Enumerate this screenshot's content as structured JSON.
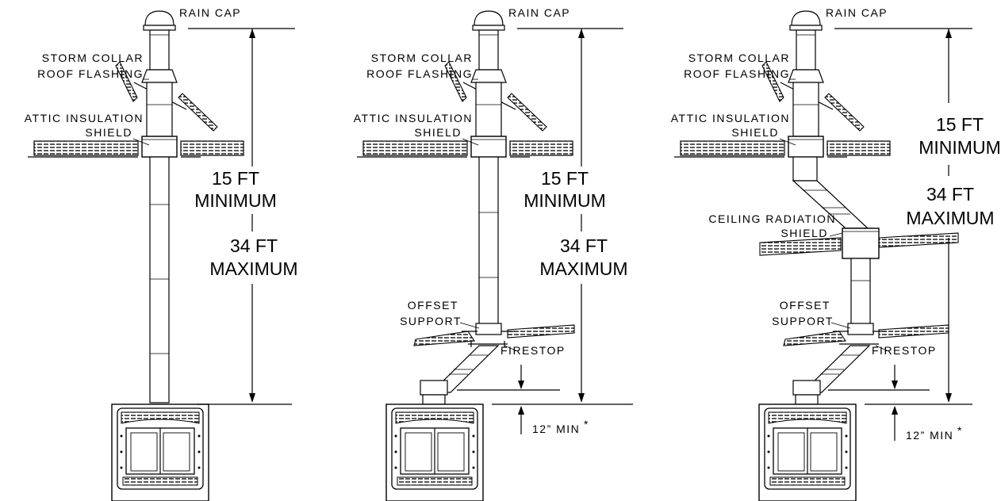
{
  "panels": [
    {
      "id": "straight",
      "labels": {
        "rain_cap": "RAIN CAP",
        "storm_collar": "STORM COLLAR",
        "roof_flashing": "ROOF FLASHING",
        "attic_insulation": "ATTIC INSULATION",
        "shield": "SHIELD"
      },
      "dim_min_line1": "15 FT",
      "dim_min_line2": "MINIMUM",
      "dim_max_line1": "34 FT",
      "dim_max_line2": "MAXIMUM"
    },
    {
      "id": "offset",
      "labels": {
        "rain_cap": "RAIN CAP",
        "storm_collar": "STORM COLLAR",
        "roof_flashing": "ROOF FLASHING",
        "attic_insulation": "ATTIC INSULATION",
        "shield": "SHIELD",
        "offset": "OFFSET",
        "support": "SUPPORT",
        "firestop": "FIRESTOP",
        "min_clearance": "12” MIN",
        "asterisk": "*"
      },
      "dim_min_line1": "15 FT",
      "dim_min_line2": "MINIMUM",
      "dim_max_line1": "34 FT",
      "dim_max_line2": "MAXIMUM"
    },
    {
      "id": "double-offset",
      "labels": {
        "rain_cap": "RAIN CAP",
        "storm_collar": "STORM COLLAR",
        "roof_flashing": "ROOF FLASHING",
        "attic_insulation": "ATTIC INSULATION",
        "shield": "SHIELD",
        "ceiling_radiation": "CEILING RADIATION",
        "ceiling_shield": "SHIELD",
        "offset": "OFFSET",
        "support": "SUPPORT",
        "firestop": "FIRESTOP",
        "min_clearance": "12” MIN",
        "asterisk": "*"
      },
      "dim_min_line1": "15 FT",
      "dim_min_line2": "MINIMUM",
      "dim_max_line1": "34 FT",
      "dim_max_line2": "MAXIMUM"
    }
  ]
}
